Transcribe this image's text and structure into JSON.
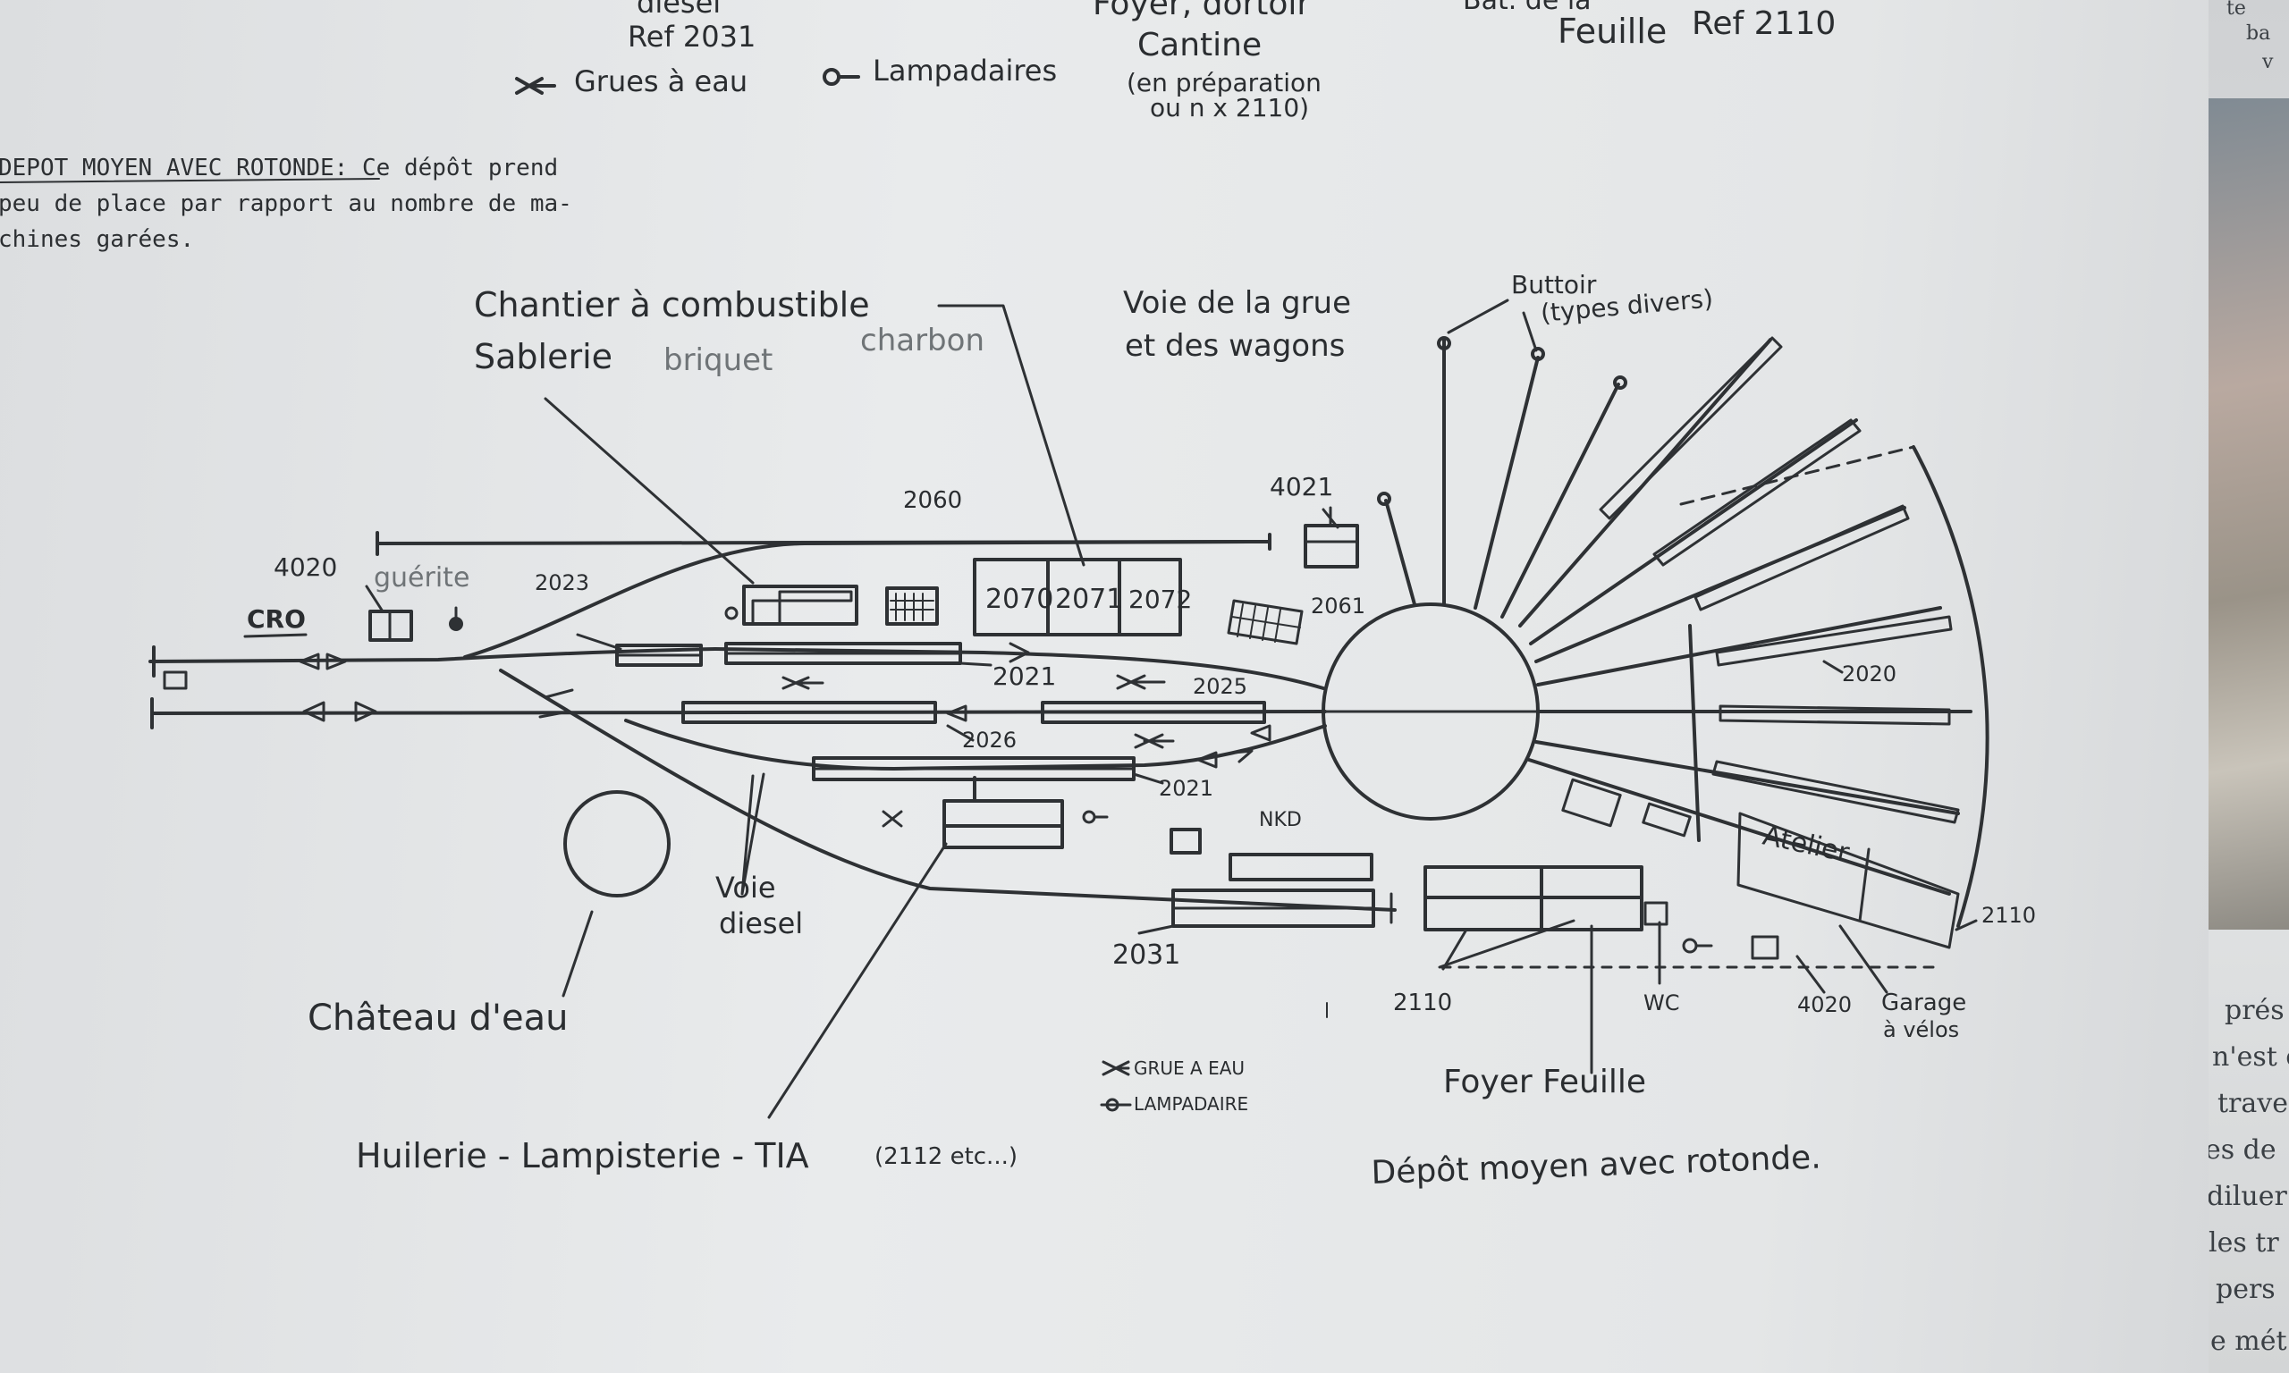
{
  "header": {
    "diesel": "diesel",
    "ref2031": "Ref 2031",
    "foyer": "Foyer, dortoir",
    "cantine": "Cantine",
    "en_preparation": "(en préparation",
    "ou": "ou  n x 2110)",
    "bat": "Bât. de la",
    "feuille": "Feuille",
    "ref2110": "Ref 2110",
    "grues_label": "Grues à eau",
    "lampadaires_label": "Lampadaires"
  },
  "intro": {
    "line1": "DEPOT MOYEN AVEC ROTONDE: Ce dépôt prend",
    "line2": "peu de place par rapport au nombre de ma-",
    "line3": "chines garées."
  },
  "labels": {
    "chantier": "Chantier à combustible",
    "sablerie": "Sablerie",
    "pencil1": "briquet",
    "pencil2": "charbon",
    "voie_grue_1": "Voie de la grue",
    "voie_grue_2": "et des wagons",
    "buttoir": "Buttoir",
    "types": "(types divers)",
    "cro": "CRO",
    "guerite": "guérite",
    "voie_diesel_1": "Voie",
    "voie_diesel_2": "diesel",
    "chateau": "Château d'eau",
    "huilerie": "Huilerie - Lampisterie - TIA",
    "huilerie_ref": "(2112 etc...)",
    "atelier": "Atelier",
    "foyer_feuille": "Foyer Feuille",
    "wc": "WC",
    "garage": "Garage",
    "a_velos": "à vélos",
    "nkd": "NKD",
    "legend_grue": "GRUE A EAU",
    "legend_lamp": "LAMPADAIRE",
    "title": "Dépôt moyen avec rotonde."
  },
  "refs": {
    "r4020a": "4020",
    "r4020b": "4020",
    "r2023": "2023",
    "r2060": "2060",
    "r2070": "2070",
    "r2071": "2071",
    "r2072": "2072",
    "r4021": "4021",
    "r2061": "2061",
    "r2021a": "2021",
    "r2025": "2025",
    "r2026": "2026",
    "r2021b": "2021",
    "r2031": "2031",
    "r2110a": "2110",
    "r2110b": "2110",
    "r2020": "2020"
  },
  "backpage": {
    "lines": [
      "prés",
      "n'est c",
      "traver",
      "es de",
      "diluer",
      "les tr",
      "pers",
      "e mét"
    ],
    "top": [
      "te",
      "ba",
      "v"
    ]
  },
  "colors": {
    "ink": "#2e3134",
    "paper": "#e6e8ea",
    "pencil": "#6f7477"
  }
}
